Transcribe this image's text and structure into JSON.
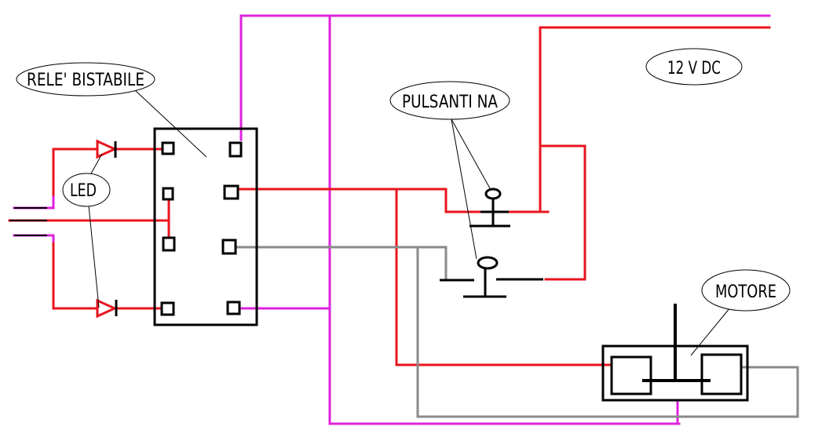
{
  "labels": {
    "relay": "RELE' BISTABILE",
    "led": "LED",
    "buttons": "PULSANTI NA",
    "supply": "12 V DC",
    "motor": "MOTORE"
  },
  "colors": {
    "red": "#e8141e",
    "magenta": "#dd22dd",
    "gray": "#8a8a8a",
    "black": "#000000"
  }
}
